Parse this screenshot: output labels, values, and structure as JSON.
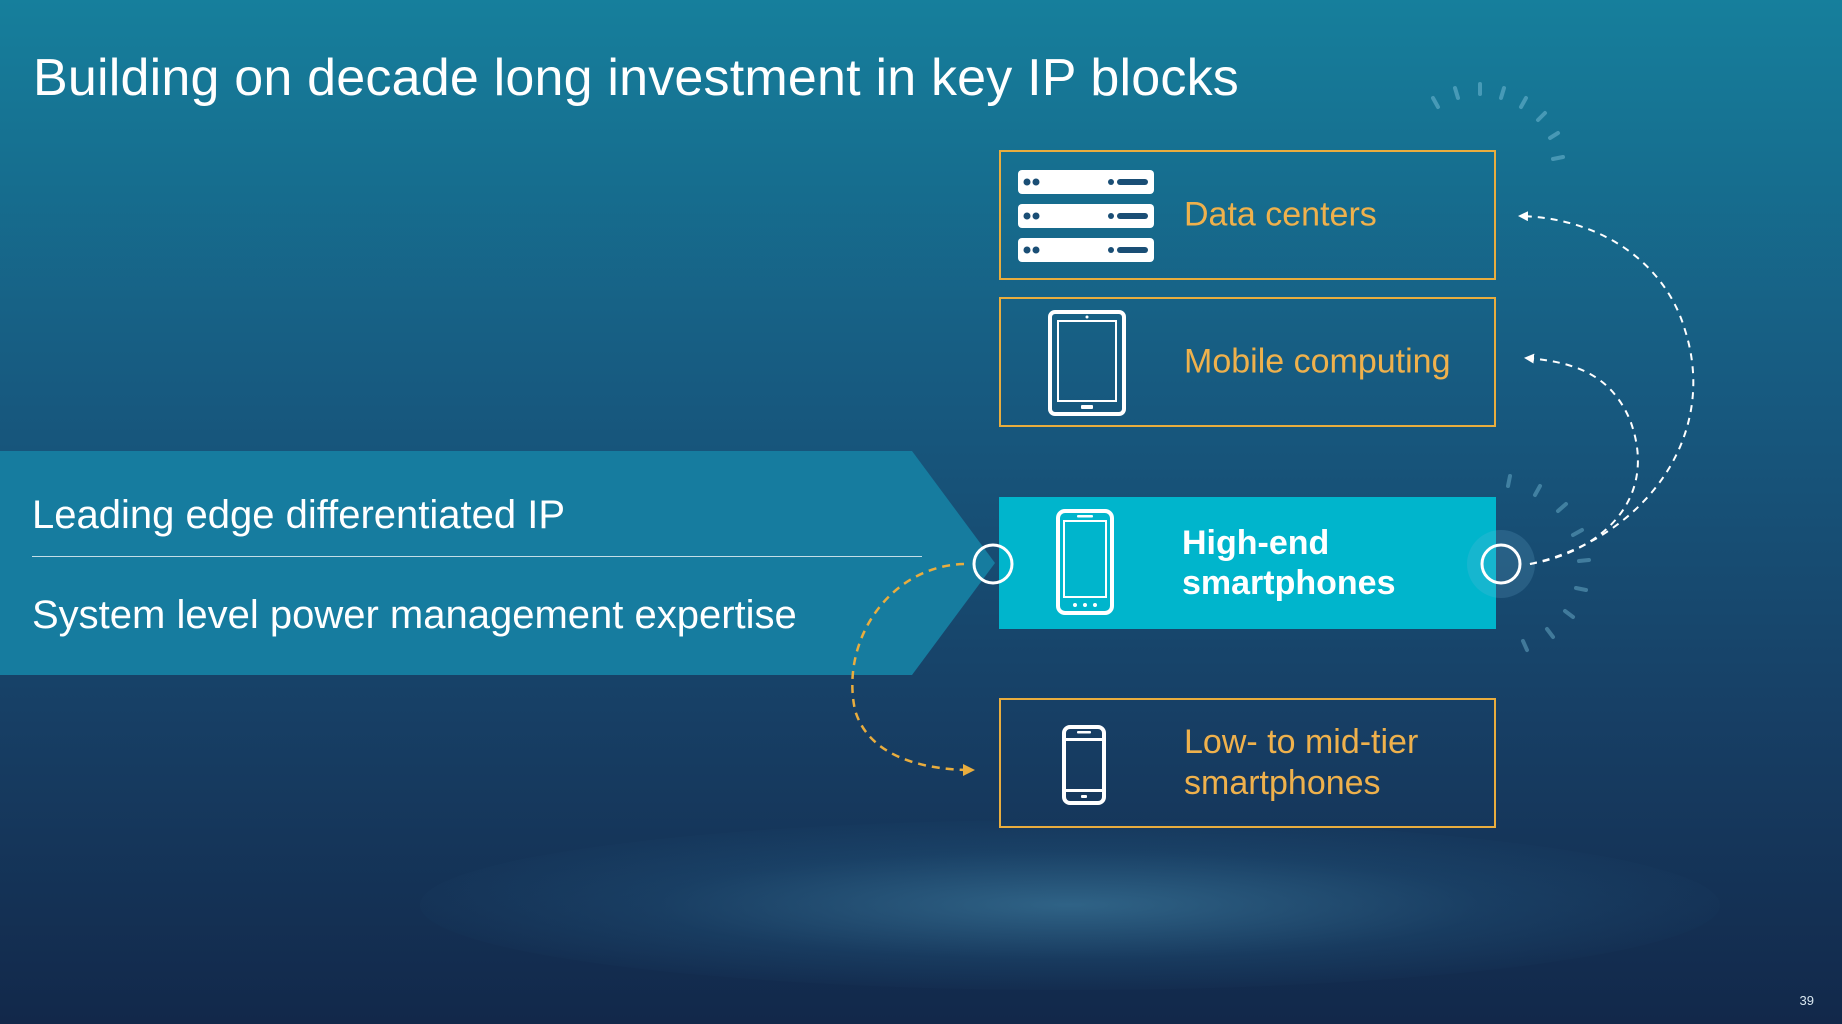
{
  "title": "Building on decade long investment in key IP blocks",
  "banner": {
    "line1": "Leading edge differentiated IP",
    "line2": "System level power management expertise"
  },
  "segments": {
    "data_centers": {
      "label": "Data centers",
      "icon": "server-rack-icon"
    },
    "mobile_computing": {
      "label": "Mobile computing",
      "icon": "tablet-icon"
    },
    "high_end": {
      "label_line1": "High-end",
      "label_line2": "smartphones",
      "icon": "smartphone-icon"
    },
    "low_mid": {
      "label_line1": "Low- to mid-tier",
      "label_line2": "smartphones",
      "icon": "basic-phone-icon"
    }
  },
  "colors": {
    "accent_gold": "#e9ad3e",
    "highlight_teal": "#00b5cc",
    "banner_blue": "#167c9f"
  },
  "page_number": "39"
}
